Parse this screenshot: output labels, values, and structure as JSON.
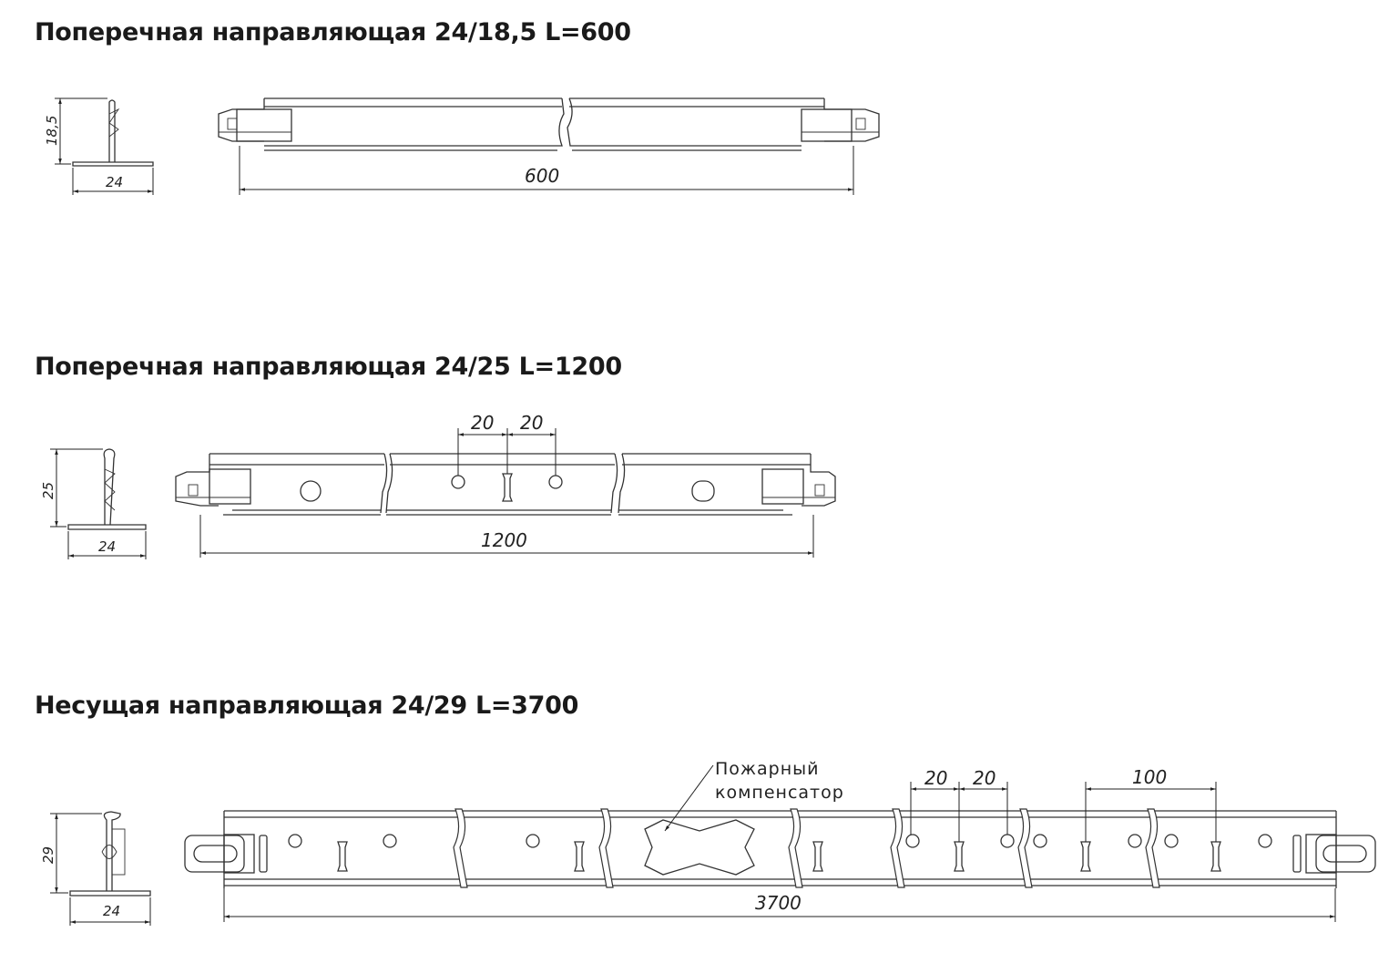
{
  "sections": [
    {
      "title": "Поперечная направляющая 24/18,5 L=600",
      "profile": {
        "height_label": "18,5",
        "width_label": "24"
      },
      "length_label": "600"
    },
    {
      "title": "Поперечная направляющая 24/25 L=1200",
      "profile": {
        "height_label": "25",
        "width_label": "24"
      },
      "length_label": "1200",
      "spacing_labels": [
        "20",
        "20"
      ]
    },
    {
      "title": "Несущая направляющая 24/29 L=3700",
      "profile": {
        "height_label": "29",
        "width_label": "24"
      },
      "length_label": "3700",
      "spacing_labels": [
        "20",
        "20",
        "100"
      ],
      "callout": {
        "line1": "Пожарный",
        "line2": "компенсатор"
      }
    }
  ]
}
